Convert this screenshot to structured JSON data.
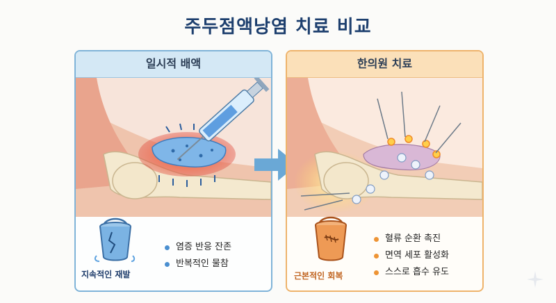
{
  "title": "주두점액낭염 치료 비교",
  "left_panel": {
    "header": "일시적 배액",
    "bucket_label": "지속적인 재발",
    "bullets": [
      "염증 반응 잔존",
      "반복적인 물참"
    ],
    "accent_color": "#4a8fd0",
    "border_color": "#7fb3d8"
  },
  "right_panel": {
    "header": "한의원 치료",
    "bucket_label": "근본적인 회복",
    "bullets": [
      "혈류 순환 촉진",
      "면역 세포 활성화",
      "스스로 흡수 유도"
    ],
    "accent_color": "#ee9435",
    "border_color": "#eeb36b"
  },
  "icons": [
    "syringe-icon",
    "leaking-bucket-icon",
    "acupuncture-needle-icon",
    "immune-cell-icon",
    "patched-bucket-icon",
    "arrow-right-icon",
    "sparkle-icon"
  ]
}
